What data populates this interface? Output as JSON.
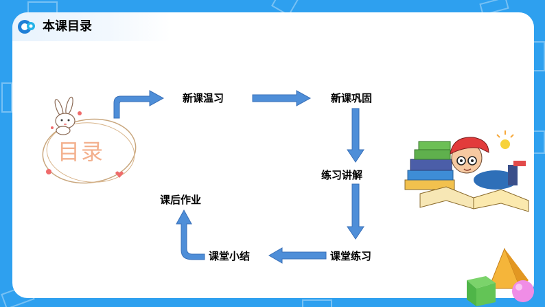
{
  "header": {
    "title": "本课目录"
  },
  "badge": {
    "text": "目录"
  },
  "steps": [
    "新课温习",
    "新课巩固",
    "练习讲解",
    "课堂练习",
    "课堂小结",
    "课后作业"
  ],
  "colors": {
    "background": "#2ea0ef",
    "arrow_fill": "#4e8ed8",
    "arrow_stroke": "#3a70b8",
    "badge_text": "#f3b08d"
  }
}
